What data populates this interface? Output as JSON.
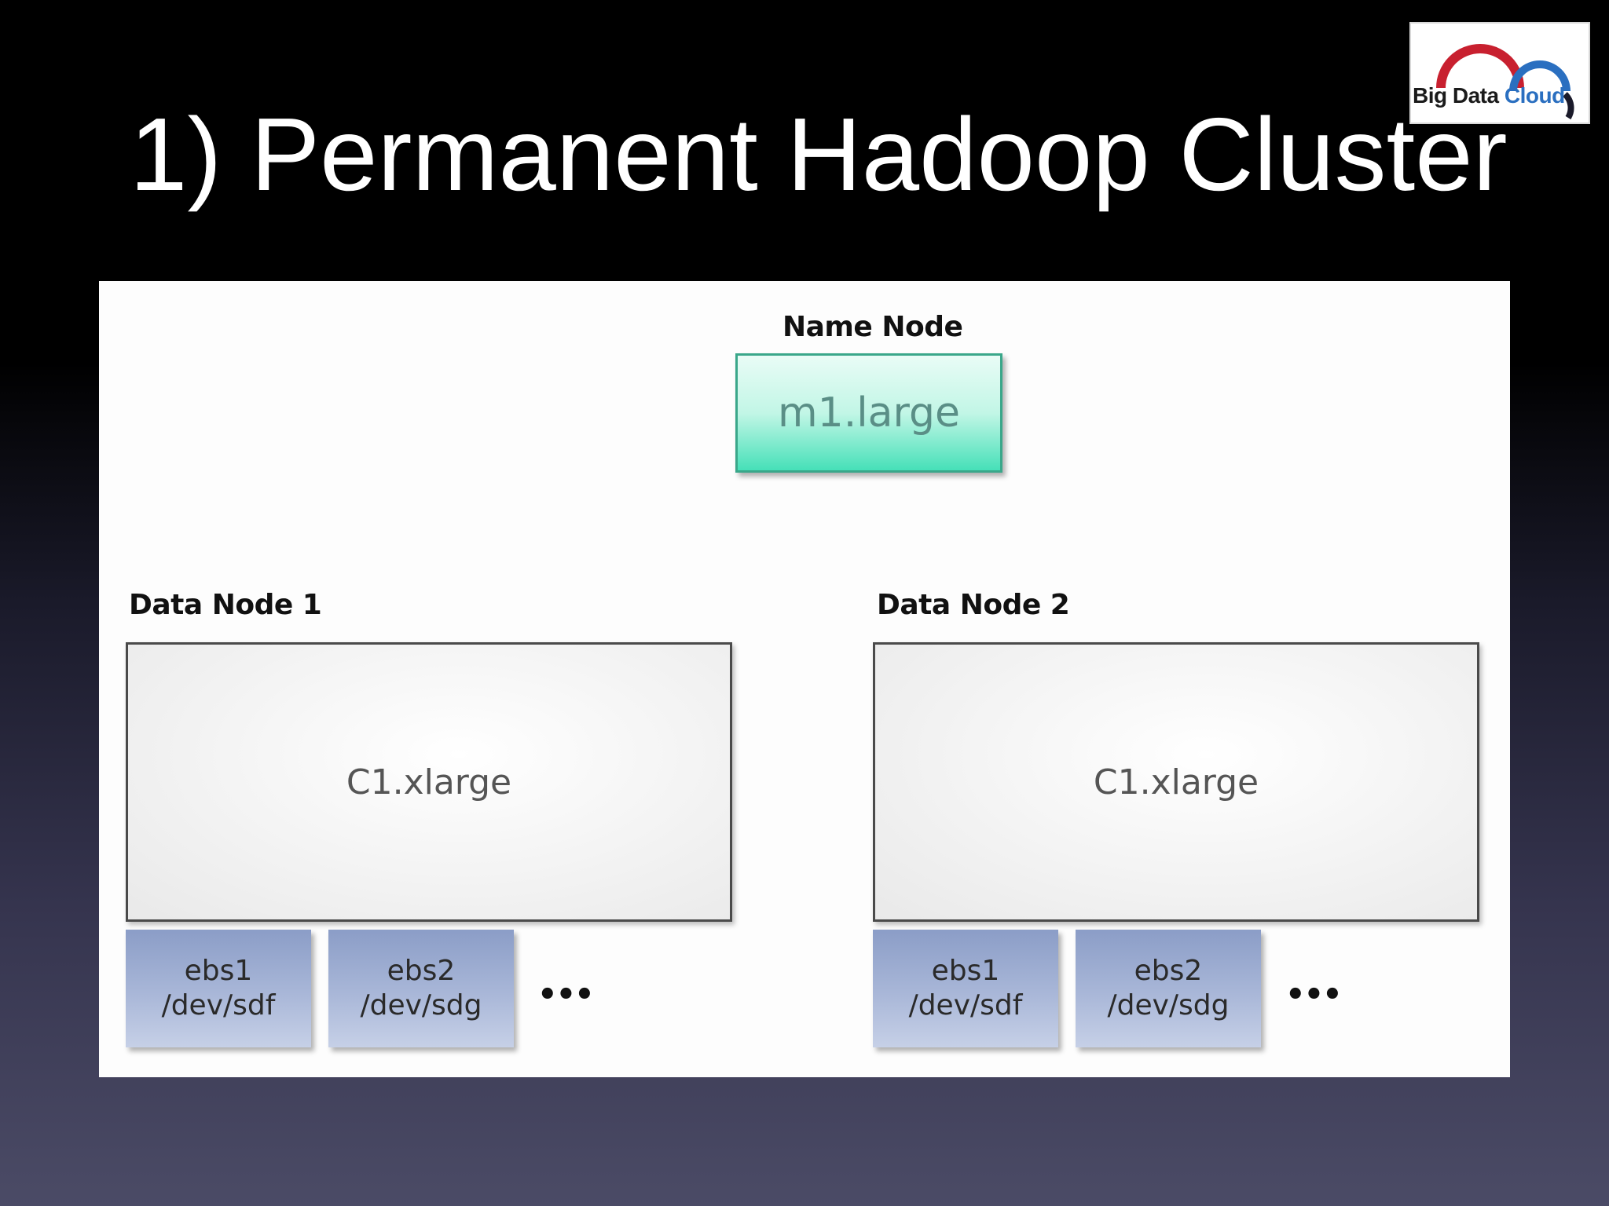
{
  "slide": {
    "title": "1) Permanent Hadoop Cluster"
  },
  "logo": {
    "text_main": "Big Data",
    "text_accent": "Cloud",
    "colors": {
      "arc_red": "#c8202f",
      "arc_blue": "#2a6fc0",
      "arc_dark": "#1a1a2a"
    }
  },
  "diagram": {
    "name_node": {
      "label": "Name Node",
      "instance": "m1.large",
      "colors": {
        "fill": "#46e0b8",
        "border": "#3aa78a"
      }
    },
    "data_nodes": [
      {
        "label": "Data Node 1",
        "instance": "C1.xlarge",
        "volumes": [
          {
            "name": "ebs1",
            "device": "/dev/sdf"
          },
          {
            "name": "ebs2",
            "device": "/dev/sdg"
          }
        ],
        "more": "•••"
      },
      {
        "label": "Data Node 2",
        "instance": "C1.xlarge",
        "volumes": [
          {
            "name": "ebs1",
            "device": "/dev/sdf"
          },
          {
            "name": "ebs2",
            "device": "/dev/sdg"
          }
        ],
        "more": "•••"
      }
    ],
    "colors": {
      "volume_fill": "#a9b7d8",
      "instance_border": "#4a4a4a"
    }
  }
}
